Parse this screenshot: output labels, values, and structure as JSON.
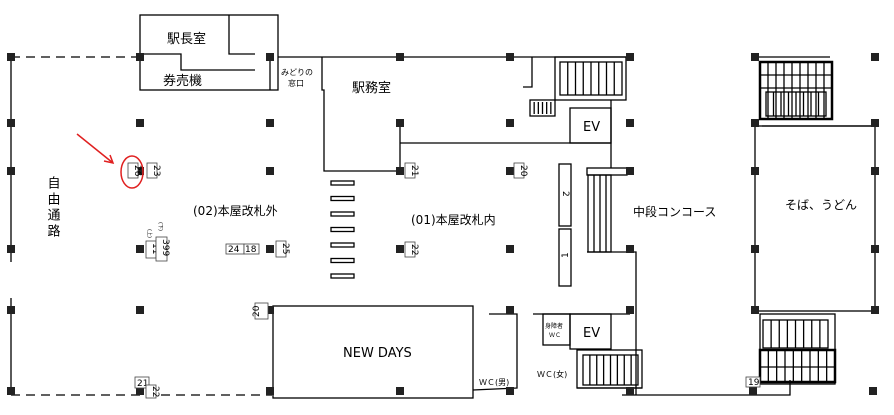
{
  "rooms": {
    "station_master": "駅長室",
    "ticket_machine": "券売機",
    "midori_line1": "みどりの",
    "midori_line2": "窓口",
    "station_office": "駅務室",
    "free_passage": "自由通路",
    "outside_gate": "(02)本屋改札外",
    "inside_gate": "(01)本屋改札内",
    "concourse": "中段コンコース",
    "soba": "そば、うどん",
    "newdays": "NEW DAYS",
    "ev_upper": "EV",
    "ev_lower": "EV",
    "accessible_wc_line1": "身障者",
    "accessible_wc_line2": "ＷＣ",
    "wc_men": "ＷＣ(男)",
    "wc_women": "ＷＣ(女)"
  },
  "markers": {
    "m26": "26",
    "m23": "23",
    "m21_top": "21",
    "m20_top": "20",
    "up": "(上)",
    "down": "(下)",
    "m11": "11",
    "m399": "399",
    "m24": "24",
    "m18": "18",
    "m25": "25",
    "m22_mid": "22",
    "m20_mid": "20",
    "m21_bot": "21",
    "m22_bot": "22",
    "m19": "19",
    "gate2": "2",
    "gate1": "1"
  },
  "annotation_color": "#e02020"
}
